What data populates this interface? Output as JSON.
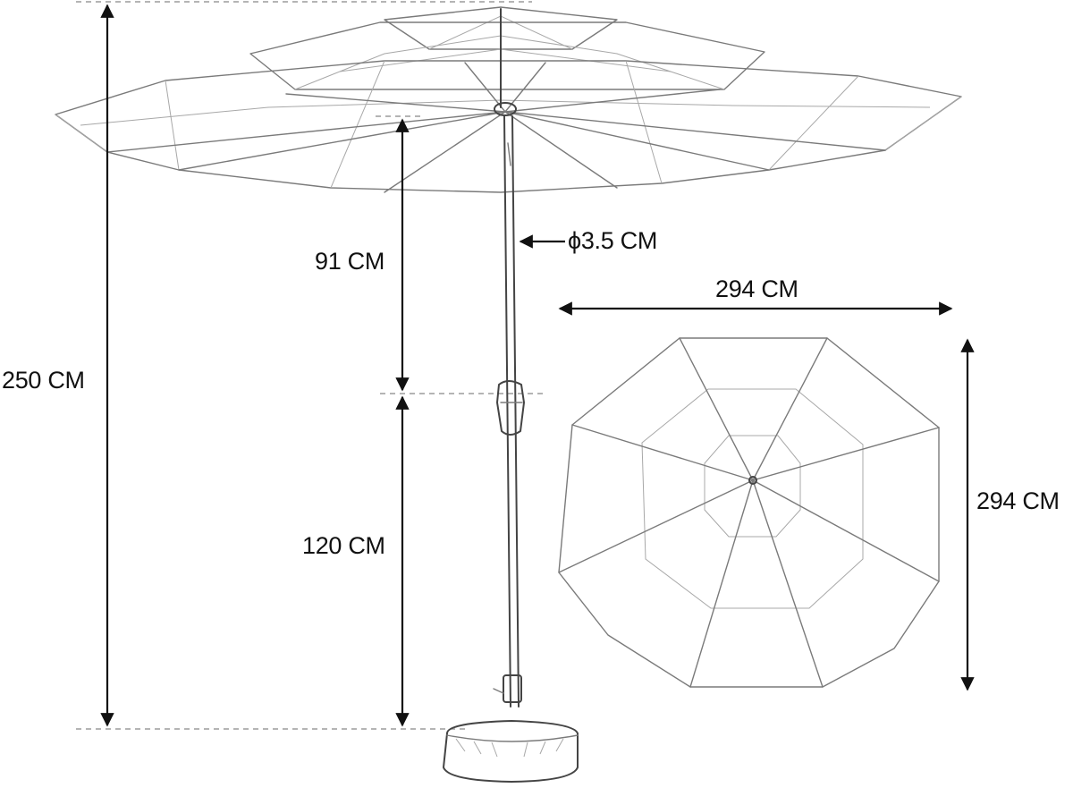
{
  "dimensions": {
    "total_height": "250 CM",
    "canopy_to_crank": "91 CM",
    "crank_to_base": "120 CM",
    "pole_diameter": "ϕ3.5 CM",
    "top_view_width": "294 CM",
    "top_view_depth": "294 CM"
  }
}
